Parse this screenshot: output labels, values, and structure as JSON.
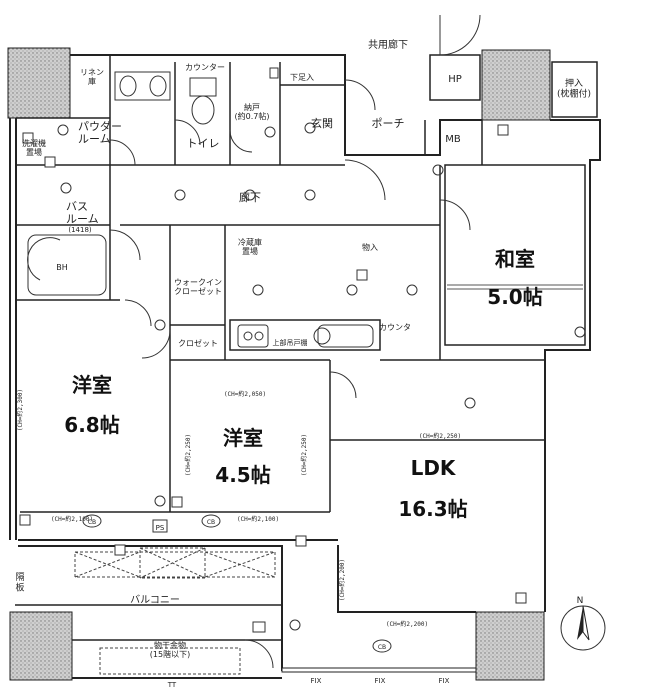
{
  "colors": {
    "line": "#222222",
    "hatch": "#9a9a9a",
    "wall_fill": "#d9d9d9",
    "paper": "#ffffff"
  },
  "plan": {
    "corridor_label": "共用廊下",
    "rooms": {
      "washitsu": {
        "name": "和室",
        "size": "5.0帖"
      },
      "yoshitsu_a": {
        "name": "洋室",
        "size": "6.8帖"
      },
      "yoshitsu_b": {
        "name": "洋室",
        "size": "4.5帖"
      },
      "ldk": {
        "name": "LDK",
        "size": "16.3帖"
      }
    },
    "labels": {
      "powder_room": "パウダー\nルーム",
      "toilet": "トイレ",
      "entrance": "玄関",
      "porch": "ポーチ",
      "hallway": "廊下",
      "bathroom": "バス\nルーム",
      "bath_size": "(1418)",
      "walk_in_closet": "ウォークイン\nクローゼット",
      "closet": "クロゼット",
      "balcony": "バルコニー",
      "oshiire": "押入\n(枕棚付)",
      "laundry": "洗濯機\n置場",
      "fridge": "冷蔵庫\n置場",
      "shoe_box": "下足入",
      "storage": "物入",
      "nando": "納戸\n(約0.7帖)",
      "linen": "リネン\n庫",
      "counter_top": "カウンター",
      "counter_right": "カウンタ",
      "lower_cabinet": "上部吊戸棚",
      "drying": "物干金物\n(15階以下)",
      "partition": "隔\n板",
      "meter_box": "MB",
      "hydrant": "HP",
      "bath_heater": "BH",
      "fix": "FIX",
      "tt": "TT",
      "ps": "PS",
      "cb": "CB",
      "north": "N"
    },
    "ceiling_heights": [
      "(CH=約2,300)",
      "(CH=約2,050)",
      "(CH=約2,250)",
      "(CH=約2,100)",
      "(CH=約2,200)"
    ]
  }
}
